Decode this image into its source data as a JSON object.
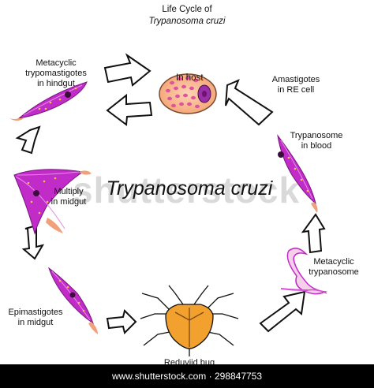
{
  "diagram": {
    "title_line1": "Life Cycle of",
    "title_line2": "Trypanosoma  cruzi",
    "center_name": "Trypanosoma  cruzi",
    "labels": {
      "in_host": "In host",
      "amastigotes": [
        "Amastigotes",
        "in RE cell"
      ],
      "trypanosome_blood": [
        "Trypanosome",
        "in blood"
      ],
      "metacyclic_trypanosome": [
        "Metacyclic",
        "trypanosome"
      ],
      "reduviid_bug": "Reduviid bug",
      "epimastigotes": [
        "Epimastigotes",
        "in midgut"
      ],
      "multiply": [
        "Multiply",
        "in midgut"
      ],
      "metacyclic_trypomastigotes": [
        "Metacyclic",
        "trypomastigotes",
        "in hindgut"
      ]
    }
  },
  "watermark": "shutterstock",
  "footer": {
    "text": "www.shutterstock.com · 298847753"
  },
  "colors": {
    "parasite_fill": "#c12cc8",
    "parasite_dots": "#f2c24a",
    "cell_fill": "#f7b98e",
    "cell_stroke": "#7a4a30",
    "nucleus": "#9b2fa8",
    "bug_body": "#f2a12e",
    "flagellum": "#f0a07a",
    "footer_bg": "#000000"
  }
}
